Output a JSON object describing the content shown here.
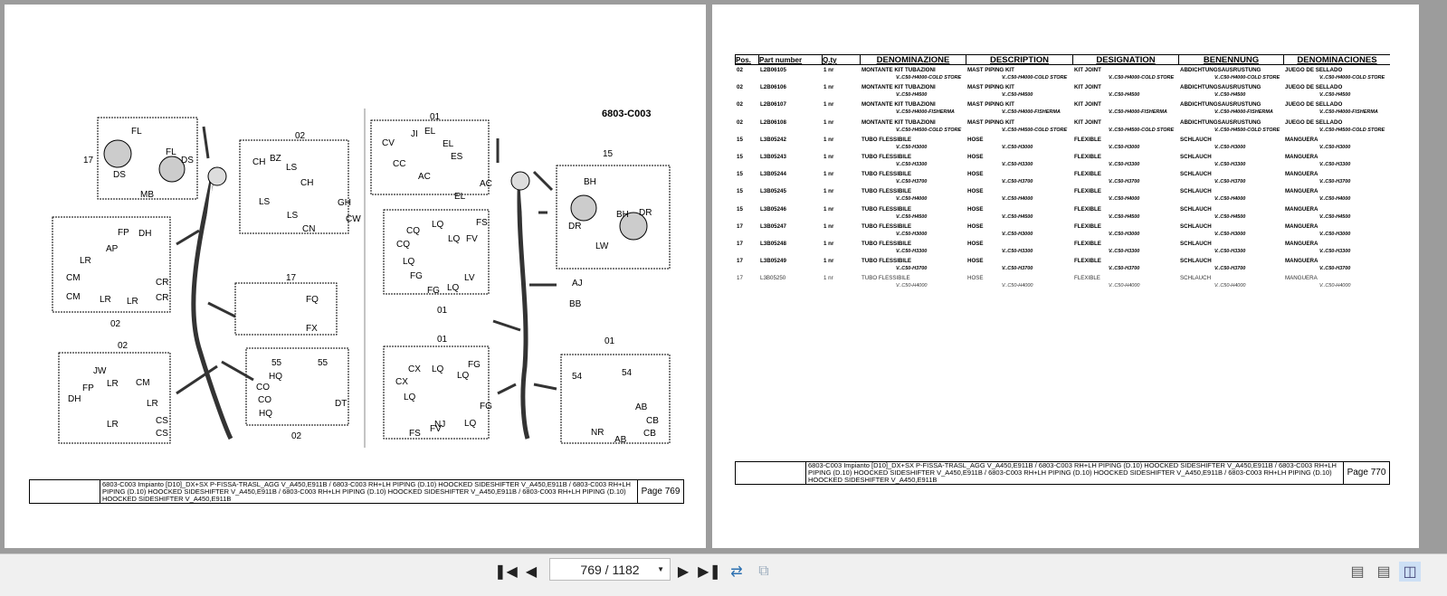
{
  "left_page": {
    "diagram_code": "6803-C003",
    "diagram_labels": [
      "17",
      "FL",
      "DS",
      "MB",
      "FL",
      "DS",
      "02",
      "CH",
      "BZ",
      "LS",
      "CH",
      "LS",
      "LS",
      "CN",
      "GH",
      "CW",
      "02",
      "FP",
      "DH",
      "AP",
      "LR",
      "CM",
      "CM",
      "LR",
      "CR",
      "CR",
      "LR",
      "17",
      "FQ",
      "FX",
      "02",
      "JW",
      "LR",
      "CM",
      "FP",
      "DH",
      "LR",
      "LR",
      "CS",
      "CS",
      "55",
      "55",
      "HQ",
      "CO",
      "CO",
      "HQ",
      "DT",
      "02",
      "01",
      "CV",
      "JI",
      "EL",
      "EL",
      "ES",
      "CC",
      "AC",
      "AC",
      "EL",
      "15",
      "BH",
      "DR",
      "BH",
      "DR",
      "LW",
      "01",
      "CQ",
      "LQ",
      "FS",
      "CQ",
      "LQ",
      "FV",
      "LQ",
      "LV",
      "FG",
      "FG",
      "LQ",
      "AJ",
      "BB",
      "01",
      "CX",
      "LQ",
      "FG",
      "CX",
      "LQ",
      "LQ",
      "FG",
      "NJ",
      "LQ",
      "FS",
      "FV",
      "01",
      "54",
      "54",
      "AB",
      "CB",
      "NR",
      "AB",
      "CB"
    ],
    "footer_text": "6803-C003 Impianto [D10]_DX+SX P-FISSA-TRASL_AGG V_A450,E911B / 6803-C003 RH+LH PIPING (D.10) HOOCKED SIDESHIFTER V_A450,E911B / 6803-C003 RH+LH PIPING (D.10) HOOCKED SIDESHIFTER V_A450,E911B  / 6803-C003 RH+LH PIPING (D.10) HOOCKED SIDESHIFTER V_A450,E911B  / 6803-C003 RH+LH PIPING (D.10) HOOCKED SIDESHIFTER V_A450,E911B",
    "page_label": "Page 769"
  },
  "right_page": {
    "headers": [
      "Pos.",
      "Part number",
      "Q.ty",
      "DENOMINAZIONE",
      "DESCRIPTION",
      "DESIGNATION",
      "BENENNUNG",
      "DENOMINACIONES"
    ],
    "rows": [
      {
        "pos": "02",
        "part": "L2B06105",
        "qty": "1 nr",
        "it": "MONTANTE KIT TUBAZIONI",
        "en": "MAST PIPING KIT",
        "fr": "KIT JOINT",
        "de": "ABDICHTUNGSAUSRUSTUNG",
        "es": "JUEGO DE SELLADO",
        "variant": "V..C50-H4000-COLD STORE"
      },
      {
        "pos": "02",
        "part": "L2B06106",
        "qty": "1 nr",
        "it": "MONTANTE KIT TUBAZIONI",
        "en": "MAST PIPING KIT",
        "fr": "KIT JOINT",
        "de": "ABDICHTUNGSAUSRUSTUNG",
        "es": "JUEGO DE SELLADO",
        "variant": "V..C50-H4500"
      },
      {
        "pos": "02",
        "part": "L2B06107",
        "qty": "1 nr",
        "it": "MONTANTE KIT TUBAZIONI",
        "en": "MAST PIPING KIT",
        "fr": "KIT JOINT",
        "de": "ABDICHTUNGSAUSRUSTUNG",
        "es": "JUEGO DE SELLADO",
        "variant": "V..C50-H4000-FISHERMA"
      },
      {
        "pos": "02",
        "part": "L2B06108",
        "qty": "1 nr",
        "it": "MONTANTE KIT TUBAZIONI",
        "en": "MAST PIPING KIT",
        "fr": "KIT JOINT",
        "de": "ABDICHTUNGSAUSRUSTUNG",
        "es": "JUEGO DE SELLADO",
        "variant": "V..C50-H4500-COLD STORE"
      },
      {
        "pos": "15",
        "part": "L3B05242",
        "qty": "1 nr",
        "it": "TUBO FLESSIBILE",
        "en": "HOSE",
        "fr": "FLEXIBLE",
        "de": "SCHLAUCH",
        "es": "MANGUERA",
        "variant": "V..C50-H3000"
      },
      {
        "pos": "15",
        "part": "L3B05243",
        "qty": "1 nr",
        "it": "TUBO FLESSIBILE",
        "en": "HOSE",
        "fr": "FLEXIBLE",
        "de": "SCHLAUCH",
        "es": "MANGUERA",
        "variant": "V..C50-H3300"
      },
      {
        "pos": "15",
        "part": "L3B05244",
        "qty": "1 nr",
        "it": "TUBO FLESSIBILE",
        "en": "HOSE",
        "fr": "FLEXIBLE",
        "de": "SCHLAUCH",
        "es": "MANGUERA",
        "variant": "V..C50-H3700"
      },
      {
        "pos": "15",
        "part": "L3B05245",
        "qty": "1 nr",
        "it": "TUBO FLESSIBILE",
        "en": "HOSE",
        "fr": "FLEXIBLE",
        "de": "SCHLAUCH",
        "es": "MANGUERA",
        "variant": "V..C50-H4000"
      },
      {
        "pos": "15",
        "part": "L3B05246",
        "qty": "1 nr",
        "it": "TUBO FLESSIBILE",
        "en": "HOSE",
        "fr": "FLEXIBLE",
        "de": "SCHLAUCH",
        "es": "MANGUERA",
        "variant": "V..C50-H4500"
      },
      {
        "pos": "17",
        "part": "L3B05247",
        "qty": "1 nr",
        "it": "TUBO FLESSIBILE",
        "en": "HOSE",
        "fr": "FLEXIBLE",
        "de": "SCHLAUCH",
        "es": "MANGUERA",
        "variant": "V..C50-H3000"
      },
      {
        "pos": "17",
        "part": "L3B05248",
        "qty": "1 nr",
        "it": "TUBO FLESSIBILE",
        "en": "HOSE",
        "fr": "FLEXIBLE",
        "de": "SCHLAUCH",
        "es": "MANGUERA",
        "variant": "V..C50-H3300"
      },
      {
        "pos": "17",
        "part": "L3B05249",
        "qty": "1 nr",
        "it": "TUBO FLESSIBILE",
        "en": "HOSE",
        "fr": "FLEXIBLE",
        "de": "SCHLAUCH",
        "es": "MANGUERA",
        "variant": "V..C50-H3700"
      },
      {
        "pos": "17",
        "part": "L3B05250",
        "qty": "1 nr",
        "it": "TUBO FLESSIBILE",
        "en": "HOSE",
        "fr": "FLEXIBLE",
        "de": "SCHLAUCH",
        "es": "MANGUERA",
        "variant": "V..C50-H4000"
      }
    ],
    "footer_text": "6803-C003 Impianto [D10]_DX+SX P-FISSA-TRASL_AGG V_A450,E911B / 6803-C003 RH+LH PIPING (D.10) HOOCKED SIDESHIFTER V_A450,E911B / 6803-C003 RH+LH PIPING (D.10) HOOCKED SIDESHIFTER V_A450,E911B  / 6803-C003 RH+LH PIPING (D.10) HOOCKED SIDESHIFTER V_A450,E911B  / 6803-C003 RH+LH PIPING (D.10) HOOCKED SIDESHIFTER V_A450,E911B",
    "page_label": "Page 770"
  },
  "toolbar": {
    "page_indicator": "769 / 1182",
    "icons": [
      "first-page-icon",
      "previous-page-icon",
      "next-page-icon",
      "last-page-icon",
      "sync-view-icon",
      "compare-view-icon",
      "single-page-view-icon",
      "continuous-view-icon",
      "two-page-view-icon"
    ]
  }
}
